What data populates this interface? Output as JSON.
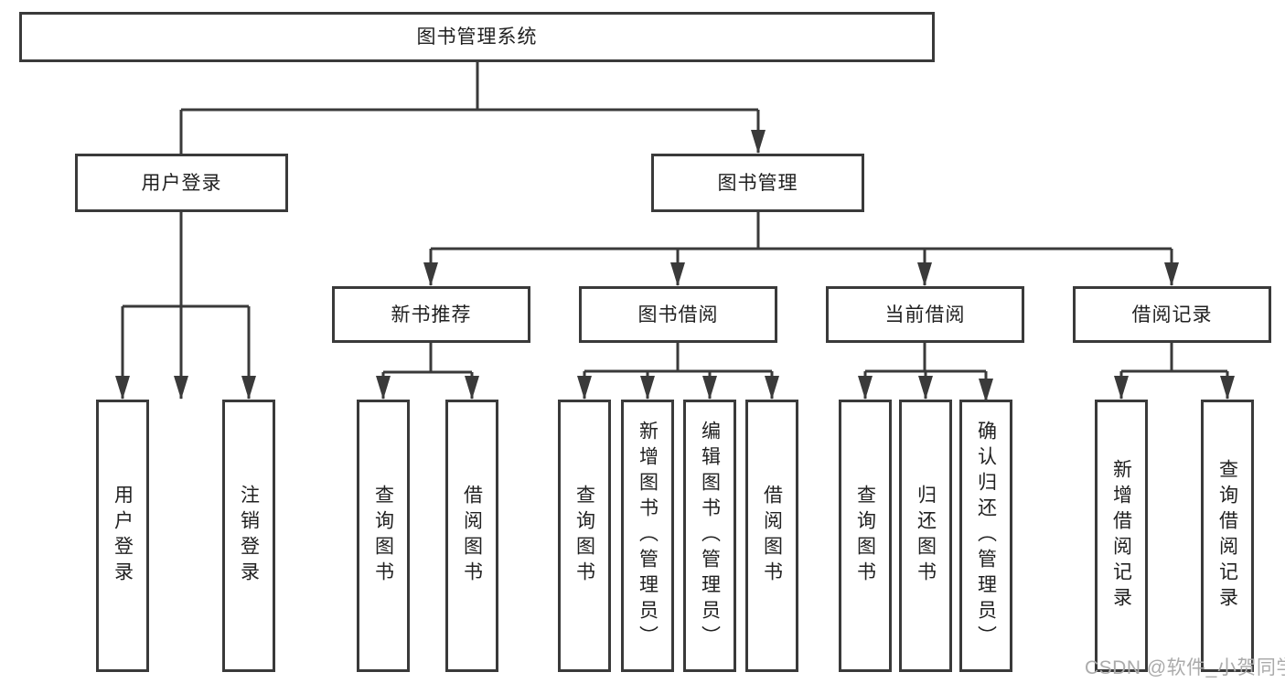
{
  "tree": {
    "label": "图书管理系统",
    "children": [
      {
        "label": "用户登录",
        "children": [
          {
            "label": "用户登录"
          },
          {
            "label": "注销登录"
          }
        ]
      },
      {
        "label": "图书管理",
        "children": [
          {
            "label": "新书推荐",
            "children": [
              {
                "label": "查询图书"
              },
              {
                "label": "借阅图书"
              }
            ]
          },
          {
            "label": "图书借阅",
            "children": [
              {
                "label": "查询图书"
              },
              {
                "label": "新增图书（管理员）"
              },
              {
                "label": "编辑图书（管理员）"
              },
              {
                "label": "借阅图书"
              }
            ]
          },
          {
            "label": "当前借阅",
            "children": [
              {
                "label": "查询图书"
              },
              {
                "label": "归还图书"
              },
              {
                "label": "确认归还（管理员）"
              }
            ]
          },
          {
            "label": "借阅记录",
            "children": [
              {
                "label": "新增借阅记录"
              },
              {
                "label": "查询借阅记录"
              }
            ]
          }
        ]
      }
    ]
  },
  "watermark": "CSDN @软件_小贺同学",
  "colors": {
    "line": "#3a3a3a",
    "box_border": "#3a3a3a",
    "text": "#212121",
    "watermark": "#ababab",
    "background": "#ffffff"
  }
}
